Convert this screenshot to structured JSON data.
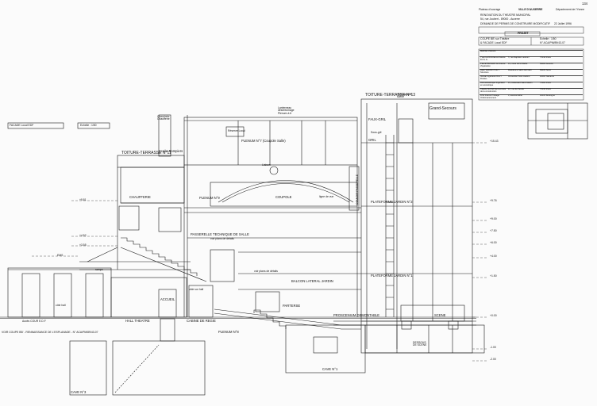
{
  "sheet_number": "134",
  "title_block": {
    "line1_left": "Plateau d'ouvrage",
    "line1_mid": "VILLE D'AUXERRE",
    "line1_right": "Département de l'Yonne",
    "project_1": "RENOVATION DU THEATRE MUNICIPAL",
    "project_2": "54, rue Joubert - 89000 - Auxerre",
    "phase": "DEMANDE DE PERMIS DE CONSTRUIRE MODIFICATIF",
    "date": "22 Juillet 1996",
    "projet_label": "PROJET",
    "drawing_1": "COUPE BB' sur Théâtre",
    "drawing_2": "& FACADE Local EDF",
    "scale": "Echelle : 1/50",
    "number": "N° ACA/PM/89/43-07",
    "team": [
      [
        "Maîtrise d'œuvre",
        "",
        ""
      ],
      [
        "Yves LE BORNE Architecte D.P.L.G.",
        "5, rue Baptiste Lesboin",
        "75019 Paris"
      ],
      [
        "Pascal BENARD Architecte d'opération",
        "19, route de la Mairie",
        "89000 Auxerre"
      ],
      [
        "Alain VERNAY B.E.T. Structure",
        "Résidence Saint-Germain",
        "89100 Sens"
      ],
      [
        "IFAGE ingénierie B.E.T. Fluides",
        "Immeuble Porte Jardins",
        "92000 Nanterre"
      ],
      [
        "AVA acousticque Ingénieur en acoustique",
        "15, boulevard Saint-Martin",
        "75003 Paris"
      ],
      [
        "Claude MAYER Economiste de la construction",
        "12, rue de l'Ecole",
        "75015 Paris"
      ],
      [
        "BTE France Pilotage Ordonnancement",
        "3, avenue Eiffel",
        "92100 Boulogne"
      ]
    ]
  },
  "labels": {
    "toiture_13": "TOITURE-TERRASSE N°13",
    "toiture_11": "TOITURE-TERRASSE N°11",
    "grand_secours": "Grand-Secours",
    "faux_gril": "FAUX-GRIL",
    "gril": "GRIL",
    "plenum_7": "PLENUM N°7 (Coupole Salle)",
    "coupole": "COUPOLE",
    "plenum_9": "PLENUM N°9",
    "chaufferie": "CHAUFFERIE",
    "acces_pompiers": "Accès Pompiers",
    "passerelle": "PASSERELLE TECHNIQUE DE SALLE",
    "voir_plans_1": "voir plans de détails",
    "voir_plans_2": "voir plans de détails",
    "plateforme_2": "PLATEFORME JARDIN N°2",
    "plateforme_1": "PLATEFORME JARDIN N°1",
    "balcon": "BALCON LATERAL JARDIN",
    "parterre": "PARTERSE",
    "proscenium": "PROSCENIUM DEMONTABLE",
    "scene": "SCENE",
    "accueil": "ACCUEIL",
    "hall": "HALL THEATRE",
    "cabine": "CABINE DE REGIE",
    "plenum_8": "PLENUM N°8",
    "cave_1": "CAVE N°1",
    "cave_3": "CAVE N°3",
    "acces_cour": "Accès COUR E.D.F",
    "couloir": "COULOIR PASSERELLE",
    "dessous": "DESSOUS DE SCENE",
    "facade_label": "FACADE Local EDF",
    "echelle_left": "Echelle : 1/50",
    "bottom_caption": "VOIR COUPE BB' - RENNAISSANCE DE L'ESPLANADE - N° ACA/PM/89/43-07",
    "coupole_note": "Lanterneau désenfumage Plenum à 6",
    "vers_espace": "Vers espace scène",
    "cheminee": "Cheminée Chaufferie",
    "sous_gril": "Sous-gril",
    "reserve_note": "Réserve Local",
    "lien_note": "Liaison",
    "ligne_note": "ligne de vue",
    "cote_note": "côte hall",
    "rampe_note": "rampe",
    "vide_note": "vide sur hall"
  },
  "levels_right": [
    "+15.43",
    "+9.76",
    "+9.00",
    "+7.50",
    "+6.00",
    "+4.00",
    "+1.50",
    "+0.00",
    "-1.00",
    "-2.00"
  ],
  "levels_left": [
    "+9.81",
    "+4.52",
    "+3.55",
    "EMS"
  ]
}
